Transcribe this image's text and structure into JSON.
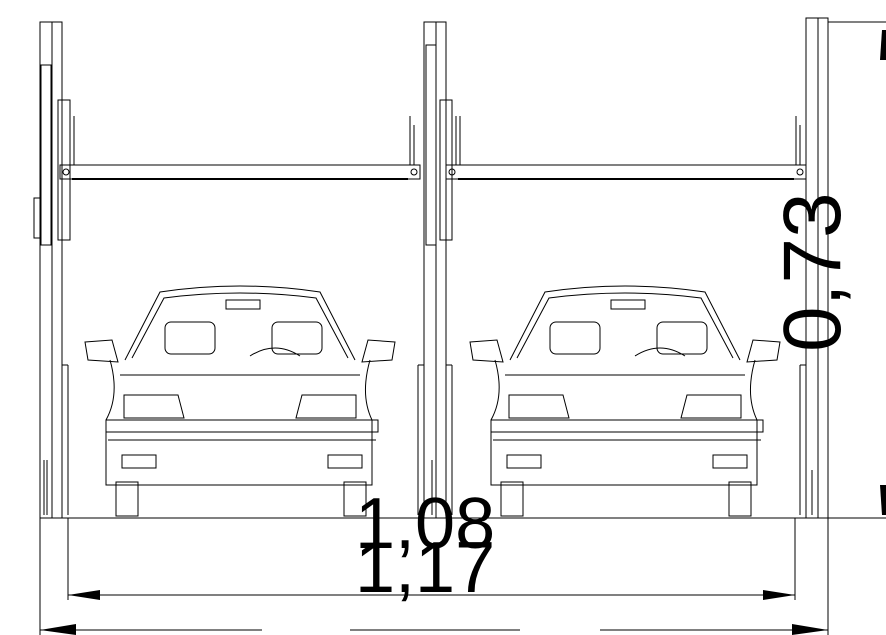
{
  "drawing": {
    "dimensions": {
      "vertical_clearance": "0,73",
      "inner_width": "1,08",
      "outer_width": "1,17"
    },
    "cars": [
      {
        "name": "car-left"
      },
      {
        "name": "car-right"
      }
    ]
  }
}
